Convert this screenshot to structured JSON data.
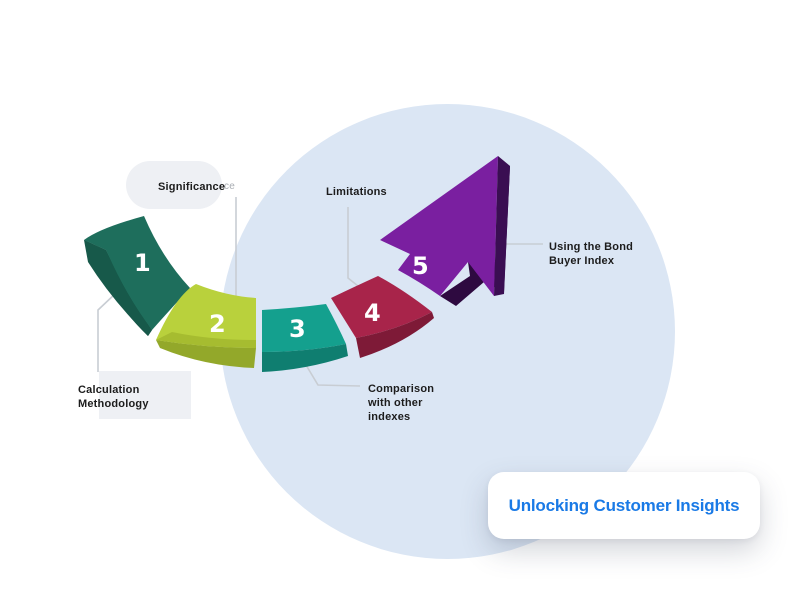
{
  "diagram": {
    "type": "numbered-arrow-process",
    "steps": [
      {
        "number": "1",
        "label": "Calculation\nMethodology",
        "color": "#1e6e5c"
      },
      {
        "number": "2",
        "label": "Significance",
        "color": "#b9d13c"
      },
      {
        "number": "3",
        "label": "Comparison\nwith other\nindexes",
        "color": "#14a08e"
      },
      {
        "number": "4",
        "label": "Limitations",
        "color": "#a8244a"
      },
      {
        "number": "5",
        "label": "Using the Bond\nBuyer Index",
        "color": "#7a1fa0"
      }
    ],
    "label_overflow_fragment": "ce"
  },
  "card": {
    "title": "Unlocking Customer Insights"
  },
  "colors": {
    "circle": "#dbe6f4",
    "accent": "#1a7ae6",
    "label_text": "#1c1c1c",
    "leader_line": "#c8cdd3"
  }
}
